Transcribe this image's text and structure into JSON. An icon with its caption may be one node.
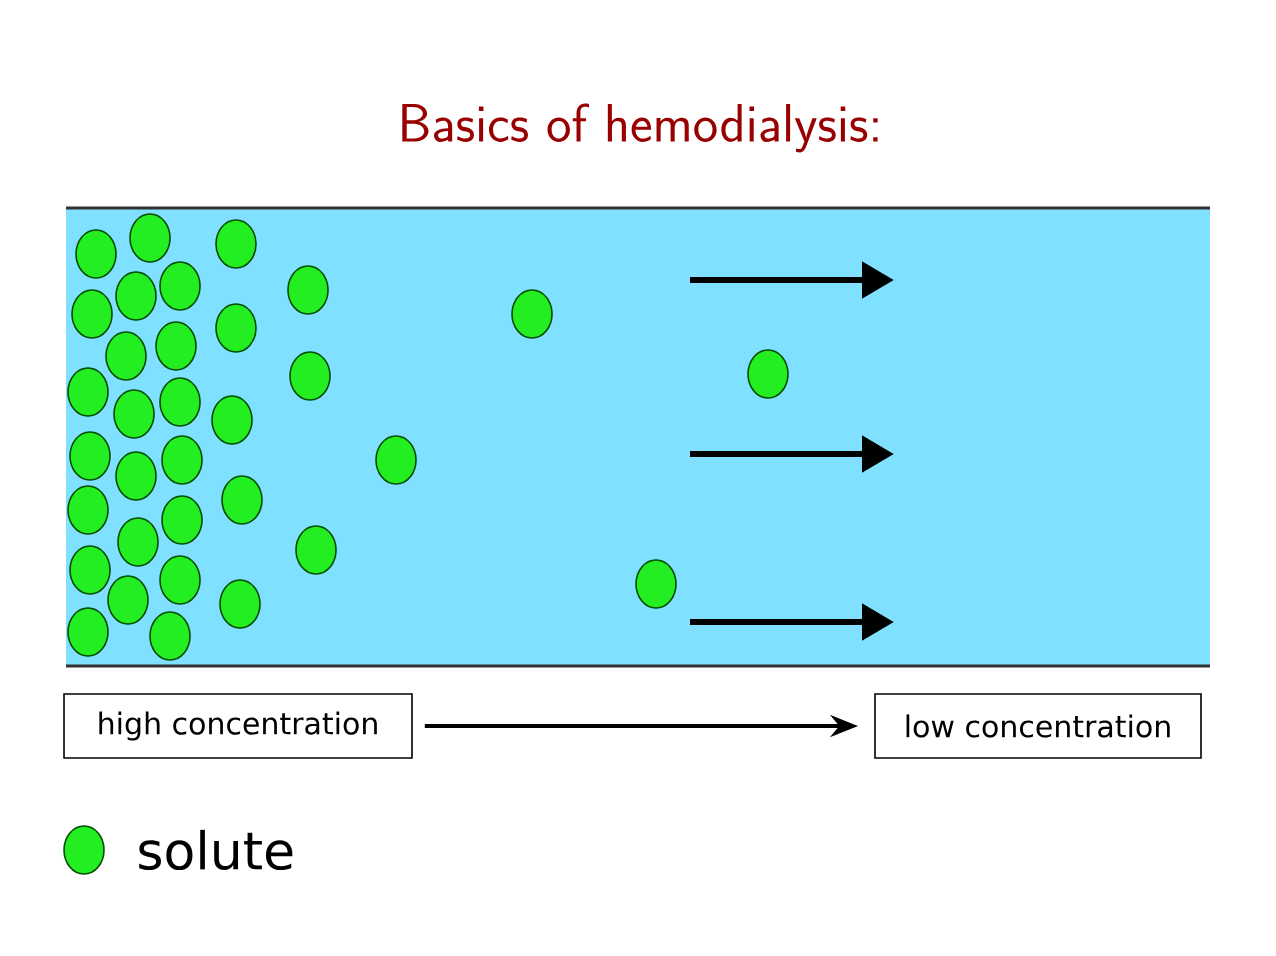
{
  "diagram": {
    "title": "Basics of hemodialysis:",
    "nodes": [
      {
        "text": [
          "high concentration"
        ]
      },
      {
        "text": [
          "low concentration"
        ]
      }
    ],
    "edges": [
      {
        "from": 0,
        "to": 1,
        "arrow": "to"
      }
    ],
    "legend": [
      {
        "text": "solute",
        "color": "#22ee22"
      }
    ]
  }
}
